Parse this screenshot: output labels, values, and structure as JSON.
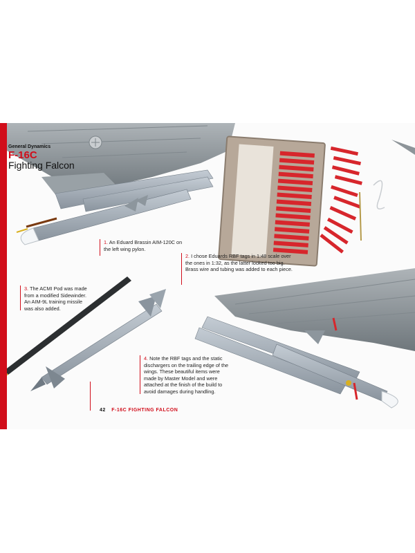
{
  "header": {
    "manufacturer": "General Dynamics",
    "model": "F-16C",
    "name": "Fighting Falcon"
  },
  "captions": [
    {
      "number": "1.",
      "text": "An Eduard Brassin AIM-120C on the left wing pylon."
    },
    {
      "number": "2.",
      "text": "I chose Eduards RBF tags in 1:48 scale over the ones in 1:32, as the latter looked too big. Brass wire and tubing was added to each piece."
    },
    {
      "number": "3.",
      "text": "The ACMI Pod was made from a modified Sidewinder. An AIM-9L training missile was also added."
    },
    {
      "number": "4.",
      "text": "Note the RBF tags and the static dischargers on the trailing edge of the wings. These beautiful items were made by Master Model and were attached at the finish of the build to avoid damages during handling."
    }
  ],
  "footer": {
    "page_number": "42",
    "title": "F-16C FIGHTING FALCON"
  },
  "colors": {
    "accent_red": "#d10d1a",
    "aircraft_grey": "#8d9499",
    "missile_grey": "#a9b3bd"
  }
}
